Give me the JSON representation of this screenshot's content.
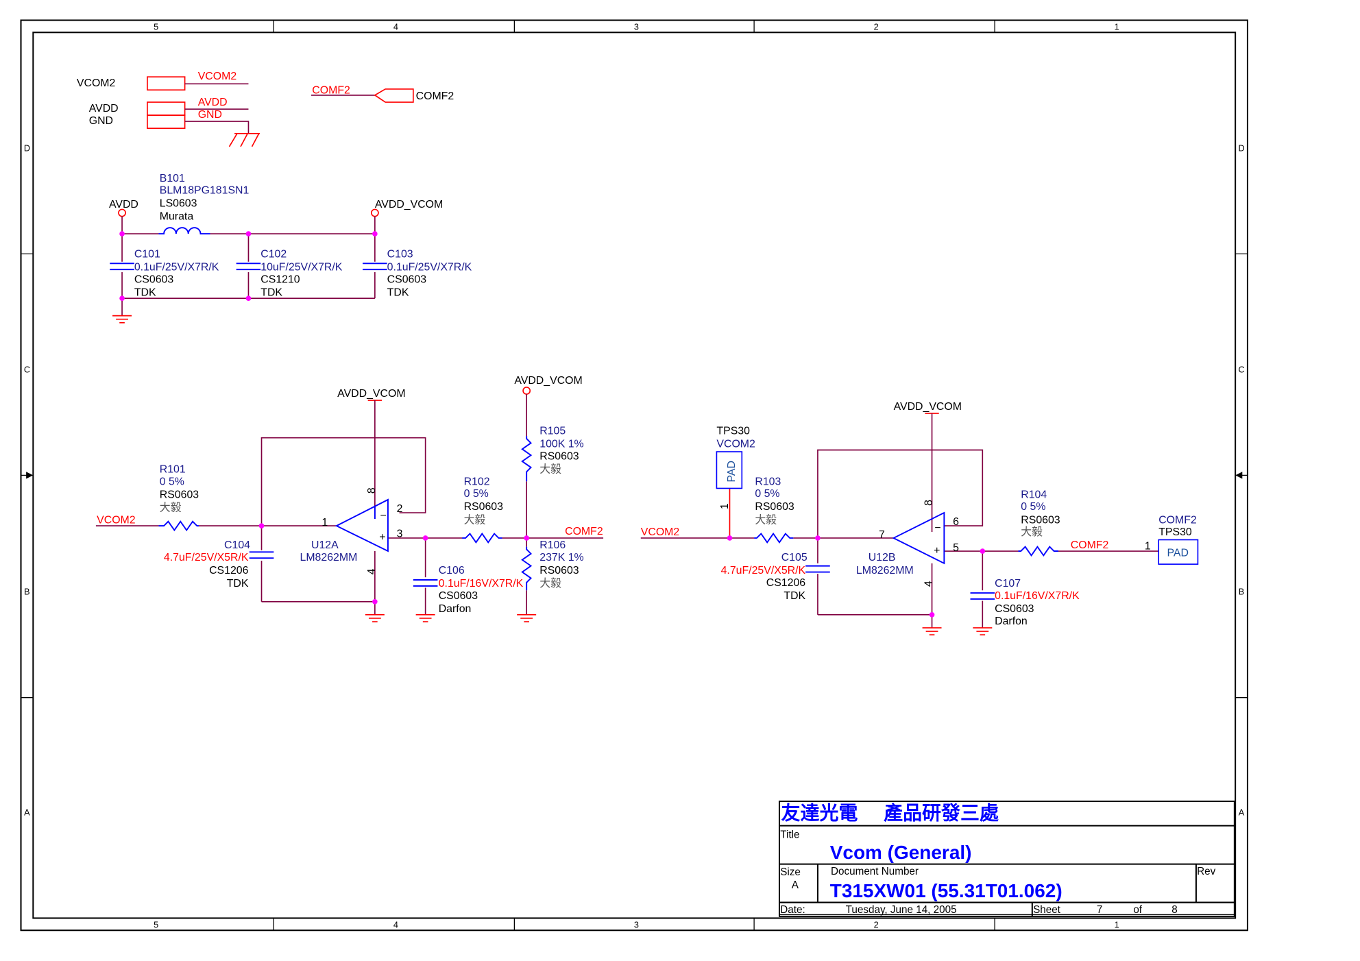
{
  "sheet": {
    "zones_columns": [
      "5",
      "4",
      "3",
      "2",
      "1"
    ],
    "zones_rows": [
      "D",
      "C",
      "B",
      "A"
    ]
  },
  "ports": {
    "vcom2": {
      "label": "VCOM2",
      "net": "VCOM2"
    },
    "avdd": {
      "label": "AVDD",
      "net": "AVDD"
    },
    "gnd": {
      "label": "GND",
      "net": "GND"
    },
    "comf2": {
      "label": "COMF2",
      "net": "COMF2"
    }
  },
  "filter": {
    "in_label": "AVDD",
    "out_label": "AVDD_VCOM",
    "b101": {
      "ref": "B101",
      "value": "BLM18PG181SN1",
      "footprint": "LS0603",
      "mfr": "Murata"
    },
    "c101": {
      "ref": "C101",
      "value": "0.1uF/25V/X7R/K",
      "footprint": "CS0603",
      "mfr": "TDK"
    },
    "c102": {
      "ref": "C102",
      "value": "10uF/25V/X7R/K",
      "footprint": "CS1210",
      "mfr": "TDK"
    },
    "c103": {
      "ref": "C103",
      "value": "0.1uF/25V/X7R/K",
      "footprint": "CS0603",
      "mfr": "TDK"
    }
  },
  "stage_a": {
    "supply": "AVDD_VCOM",
    "divider_supply": "AVDD_VCOM",
    "in_net": "VCOM2",
    "out_net": "COMF2",
    "r101": {
      "ref": "R101",
      "value": "0 5%",
      "footprint": "RS0603",
      "mfr": "大毅"
    },
    "c104": {
      "ref": "C104",
      "value": "4.7uF/25V/X5R/K",
      "footprint": "CS1206",
      "mfr": "TDK"
    },
    "u12a": {
      "ref": "U12A",
      "part": "LM8262MM",
      "pins": {
        "out": "1",
        "inn": "2",
        "inp": "3",
        "vp": "8",
        "vn": "4"
      }
    },
    "r102": {
      "ref": "R102",
      "value": "0 5%",
      "footprint": "RS0603",
      "mfr": "大毅"
    },
    "r105": {
      "ref": "R105",
      "value": "100K 1%",
      "footprint": "RS0603",
      "mfr": "大毅"
    },
    "r106": {
      "ref": "R106",
      "value": "237K 1%",
      "footprint": "RS0603",
      "mfr": "大毅"
    },
    "c106": {
      "ref": "C106",
      "value": "0.1uF/16V/X7R/K",
      "footprint": "CS0603",
      "mfr": "Darfon"
    }
  },
  "stage_b": {
    "supply": "AVDD_VCOM",
    "in_net": "VCOM2",
    "out_net": "COMF2",
    "tp_in": {
      "type": "TPS30",
      "net": "VCOM2",
      "pad": "PAD",
      "pin": "1"
    },
    "tp_out": {
      "type": "TPS30",
      "net": "COMF2",
      "pad": "PAD",
      "pin": "1"
    },
    "r103": {
      "ref": "R103",
      "value": "0 5%",
      "footprint": "RS0603",
      "mfr": "大毅"
    },
    "c105": {
      "ref": "C105",
      "value": "4.7uF/25V/X5R/K",
      "footprint": "CS1206",
      "mfr": "TDK"
    },
    "u12b": {
      "ref": "U12B",
      "part": "LM8262MM",
      "pins": {
        "out": "7",
        "inn": "6",
        "inp": "5",
        "vp": "8",
        "vn": "4"
      }
    },
    "r104": {
      "ref": "R104",
      "value": "0 5%",
      "footprint": "RS0603",
      "mfr": "大毅"
    },
    "c107": {
      "ref": "C107",
      "value": "0.1uF/16V/X7R/K",
      "footprint": "CS0603",
      "mfr": "Darfon"
    }
  },
  "title_block": {
    "company": "友達光電　 產品研發三處",
    "title_label": "Title",
    "title": "Vcom (General)",
    "size_label": "Size",
    "size": "A",
    "docnum_label": "Document Number",
    "docnum": "T315XW01 (55.31T01.062)",
    "rev_label": "Rev",
    "rev": "",
    "date_label": "Date:",
    "date": "Tuesday, June 14, 2005",
    "sheet_label": "Sheet",
    "sheet": "7",
    "of_label": "of",
    "total": "8"
  },
  "colors": {
    "wire": "#800040",
    "pin": "#ff0000",
    "symbol": "#0000ff",
    "junction": "#ff00ff",
    "ref_text": "#1a1a8c",
    "net_label": "#ff0000",
    "title_text": "#0000ff"
  }
}
